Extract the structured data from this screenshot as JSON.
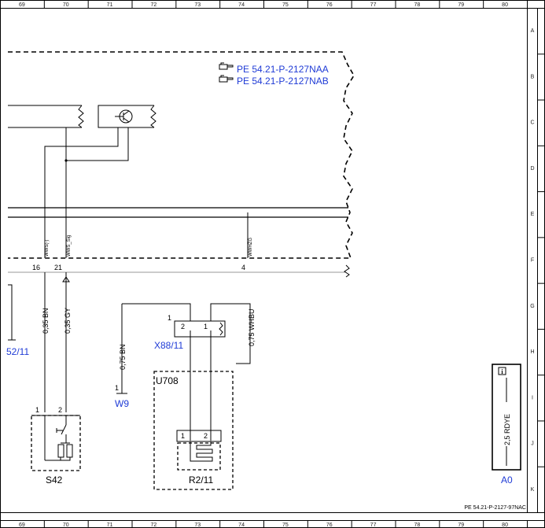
{
  "grid": {
    "columns": [
      "69",
      "70",
      "71",
      "72",
      "73",
      "74",
      "75",
      "76",
      "77",
      "78",
      "79",
      "80"
    ],
    "rows": [
      "A",
      "B",
      "C",
      "D",
      "E",
      "F",
      "G",
      "H",
      "I",
      "J",
      "K"
    ]
  },
  "references": [
    "PE 54.21-P-2127NAA",
    "PE 54.21-P-2127NAB"
  ],
  "reference_icon": "pointing-hand-icon",
  "drawing_number": "PE 54.21-P-2127-97NAC",
  "signals": [
    "WWS(-)",
    "WWS_Sig",
    "WWHZG"
  ],
  "pins": {
    "p16": "16",
    "p21": "21",
    "p4": "4",
    "s42_1": "1",
    "s42_2": "2",
    "x88_1": "1",
    "x88_2": "2",
    "x88_1b": "1",
    "w9_1": "1",
    "r2_1": "1",
    "r2_2": "2"
  },
  "wires": {
    "bn1": "0,35 BN",
    "gy": "0,35 GY",
    "bn2": "0,75 BN",
    "whbu": "0,75 WHBU",
    "rdye": "2,5 RDYE"
  },
  "components": {
    "left_ref": "52/11",
    "x88": "X88/11",
    "u708": "U708",
    "w9": "W9",
    "s42": "S42",
    "r2": "R2/11",
    "a0": "A0"
  },
  "info_icon": "info-icon"
}
